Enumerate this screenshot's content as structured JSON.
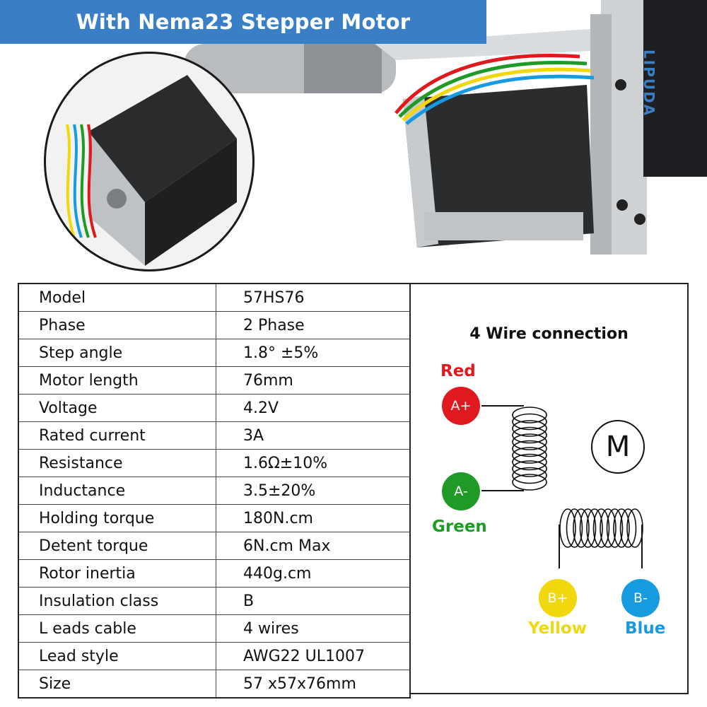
{
  "banner": {
    "title": "With Nema23 Stepper Motor"
  },
  "photo": {
    "brand_text": "LIPUDA"
  },
  "specs": [
    {
      "label": "Model",
      "value": "57HS76"
    },
    {
      "label": "Phase",
      "value": "2 Phase"
    },
    {
      "label": "Step angle",
      "value": "1.8°  ±5%"
    },
    {
      "label": "Motor length",
      "value": "76mm"
    },
    {
      "label": "Voltage",
      "value": "4.2V"
    },
    {
      "label": "Rated current",
      "value": "3A"
    },
    {
      "label": "Resistance",
      "value": "1.6Ω±10%"
    },
    {
      "label": "Inductance",
      "value": "3.5±20%"
    },
    {
      "label": "Holding torque",
      "value": "180N.cm"
    },
    {
      "label": "Detent torque",
      "value": "6N.cm Max"
    },
    {
      "label": "Rotor inertia",
      "value": "440g.cm"
    },
    {
      "label": "Insulation class",
      "value": "B"
    },
    {
      "label": "L eads cable",
      "value": "4 wires"
    },
    {
      "label": "Lead style",
      "value": "AWG22 UL1007"
    },
    {
      "label": "Size",
      "value": "57 x57x76mm"
    }
  ],
  "wiring": {
    "title": "4 Wire connection",
    "motor_symbol": "M",
    "red": {
      "name": "Red",
      "pin": "A+",
      "color": "#e0191f"
    },
    "green": {
      "name": "Green",
      "pin": "A-",
      "color": "#1f9a27"
    },
    "yellow": {
      "name": "Yellow",
      "pin": "B+",
      "color": "#f1d70e"
    },
    "blue": {
      "name": "Blue",
      "pin": "B-",
      "color": "#179be0"
    }
  }
}
